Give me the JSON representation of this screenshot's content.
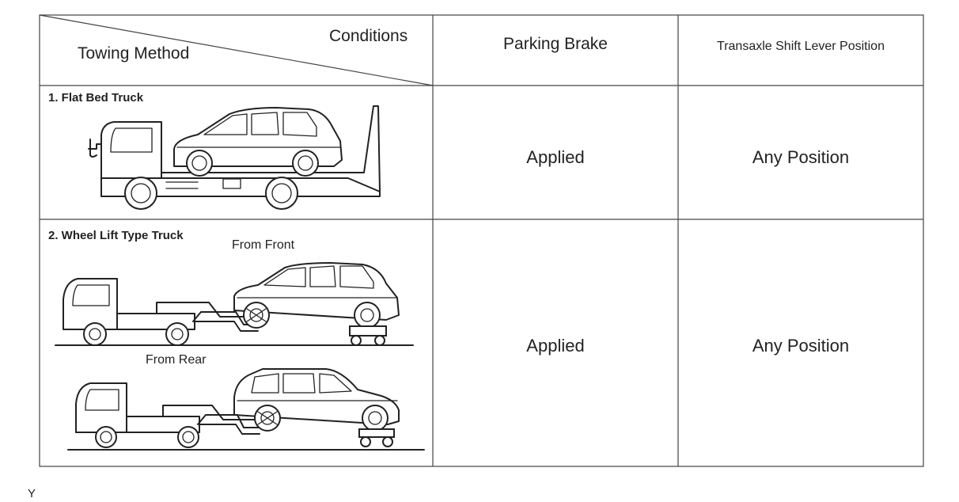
{
  "header": {
    "conditions_label": "Conditions",
    "towing_method_label": "Towing Method",
    "parking_brake_label": "Parking Brake",
    "shift_lever_label": "Transaxle Shift Lever Position"
  },
  "rows": [
    {
      "title": "1. Flat Bed Truck",
      "parking_brake": "Applied",
      "shift_lever": "Any Position"
    },
    {
      "title": "2. Wheel Lift Type Truck",
      "from_front_label": "From Front",
      "from_rear_label": "From Rear",
      "parking_brake": "Applied",
      "shift_lever": "Any Position"
    }
  ],
  "footer": {
    "code": "Y"
  },
  "icons": [
    "flatbed-truck-icon",
    "wheel-lift-front-icon",
    "wheel-lift-rear-icon"
  ]
}
